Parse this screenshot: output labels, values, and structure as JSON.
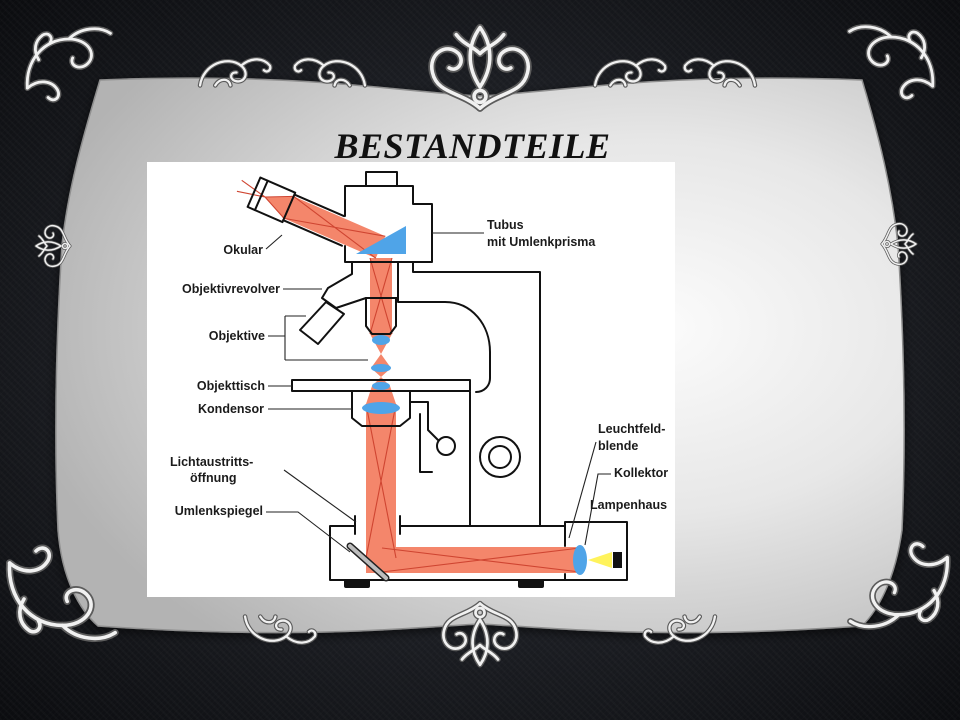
{
  "slide": {
    "title": "BESTANDTEILE"
  },
  "diagram": {
    "labels": {
      "okular": "Okular",
      "objektivrevolver": "Objektivrevolver",
      "objektive": "Objektive",
      "objekttisch": "Objekttisch",
      "kondensor": "Kondensor",
      "lichtaustritts_1": "Lichtaustritts-",
      "lichtaustritts_2": "öffnung",
      "umlenkspiegel": "Umlenkspiegel",
      "tubus_1": "Tubus",
      "tubus_2": "mit Umlenkprisma",
      "leuchtfeld_1": "Leuchtfeld-",
      "leuchtfeld_2": "blende",
      "kollektor": "Kollektor",
      "lampenhaus": "Lampenhaus"
    }
  },
  "colors": {
    "light_beam": "#f4866b",
    "light_rays": "#cf4531",
    "lens": "#4fa4e8",
    "lamp_light": "#fff35c"
  }
}
